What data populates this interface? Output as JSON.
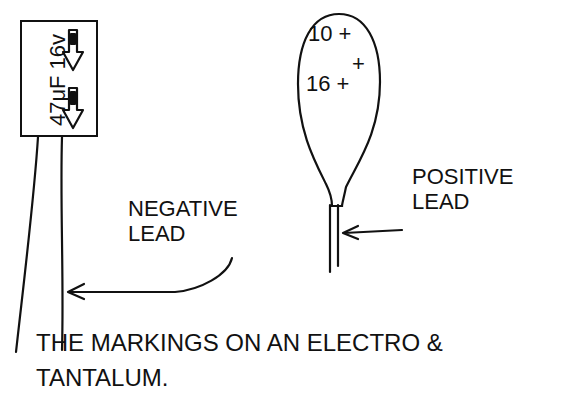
{
  "diagram": {
    "caption": "THE MARKINGS ON AN ELECTRO & TANTALUM.",
    "nodes": [
      {
        "text": [
          "47μF 16v"
        ]
      },
      {
        "text": [
          "10 +",
          "+",
          "16 +"
        ]
      }
    ],
    "labels": [
      "NEGATIVE LEAD",
      "POSITIVE LEAD"
    ]
  }
}
